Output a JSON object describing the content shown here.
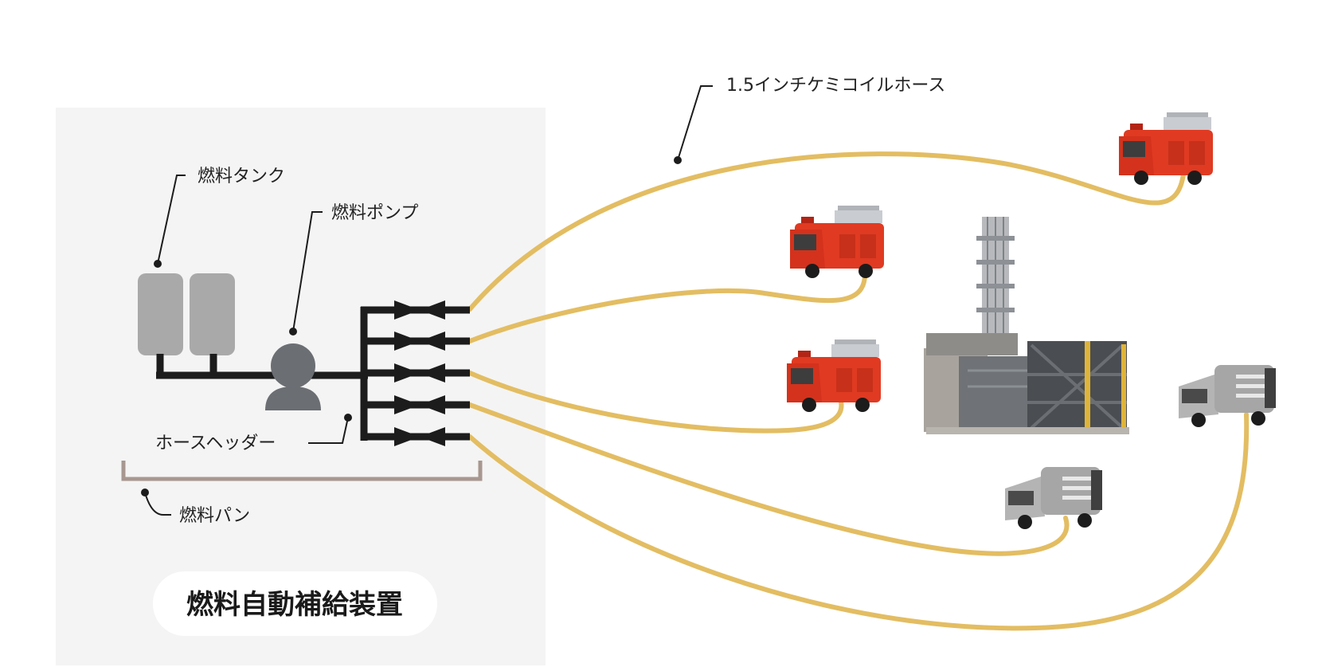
{
  "diagram": {
    "title": "燃料自動補給装置",
    "labels": {
      "fuel_tank": "燃料タンク",
      "fuel_pump": "燃料ポンプ",
      "hose_header": "ホースヘッダー",
      "fuel_pan": "燃料パン",
      "hose": "1.5インチケミコイルホース"
    }
  },
  "colors": {
    "hose": "#e3bd62",
    "panel": "#f4f4f4",
    "pipe": "#1c1c1c",
    "tank": "#a9a9a9",
    "pump": "#6b6e73",
    "fuel_pan": "#a79790",
    "fire_truck": "#e03a22",
    "support_truck": "#a6a6a6"
  },
  "icons": [
    "fire-truck-icon",
    "support-truck-icon",
    "power-plant-icon",
    "gate-valve-icon",
    "fuel-tank-icon",
    "pump-icon"
  ]
}
